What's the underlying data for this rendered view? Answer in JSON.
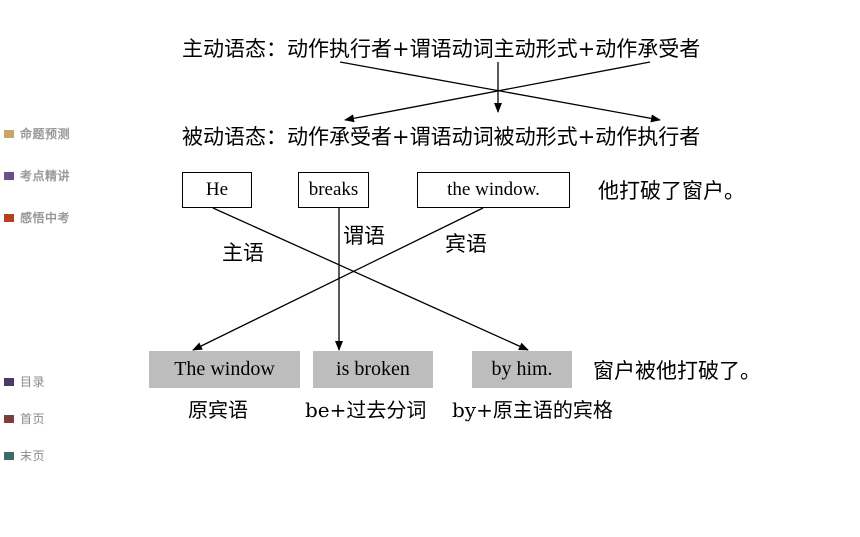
{
  "sidebar": {
    "top_items": [
      {
        "label": "命题预测",
        "color": "#c9a56b"
      },
      {
        "label": "考点精讲",
        "color": "#6b4f8a"
      },
      {
        "label": "感悟中考",
        "color": "#b8401e"
      }
    ],
    "bottom_items": [
      {
        "label": "目录",
        "color": "#4a3a6a"
      },
      {
        "label": "首页",
        "color": "#7a3e3e"
      },
      {
        "label": "末页",
        "color": "#3e6a6a"
      }
    ]
  },
  "diagram": {
    "active_formula": "主动语态：动作执行者+谓语动词主动形式+动作承受者",
    "passive_formula": "被动语态：动作承受者+谓语动词被动形式+动作执行者",
    "active_words": [
      "He",
      "breaks",
      "the window."
    ],
    "active_translation": "他打破了窗户。",
    "roles": {
      "subject": "主语",
      "predicate": "谓语",
      "object": "宾语"
    },
    "passive_words": [
      "The window",
      "is broken",
      "by him."
    ],
    "passive_translation": "窗户被他打破了。",
    "passive_roles": [
      "原宾语",
      "be+过去分词",
      "by+原主语的宾格"
    ]
  }
}
